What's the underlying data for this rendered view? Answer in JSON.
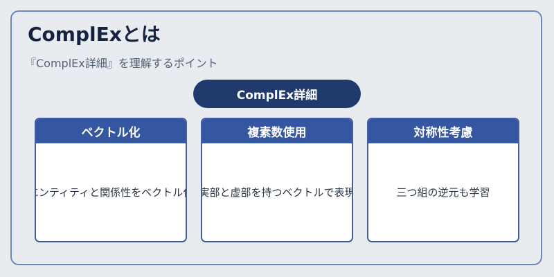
{
  "title": "ComplExとは",
  "subtitle": "『ComplEx詳細』を理解するポイント",
  "central": {
    "label": "ComplEx詳細"
  },
  "cards": [
    {
      "title": "ベクトル化",
      "text": "エンティティと関係性をベクトル化"
    },
    {
      "title": "複素数使用",
      "text": "実部と虚部を持つベクトルで表現"
    },
    {
      "title": "対称性考慮",
      "text": "三つ組の逆元も学習"
    }
  ],
  "colors": {
    "background": "#e8ecf1",
    "panel_border": "#6f86b4",
    "central_fill": "#213a6e",
    "card_header": "#3556a0",
    "card_border": "#3f5d9f",
    "title_text": "#16233d"
  }
}
